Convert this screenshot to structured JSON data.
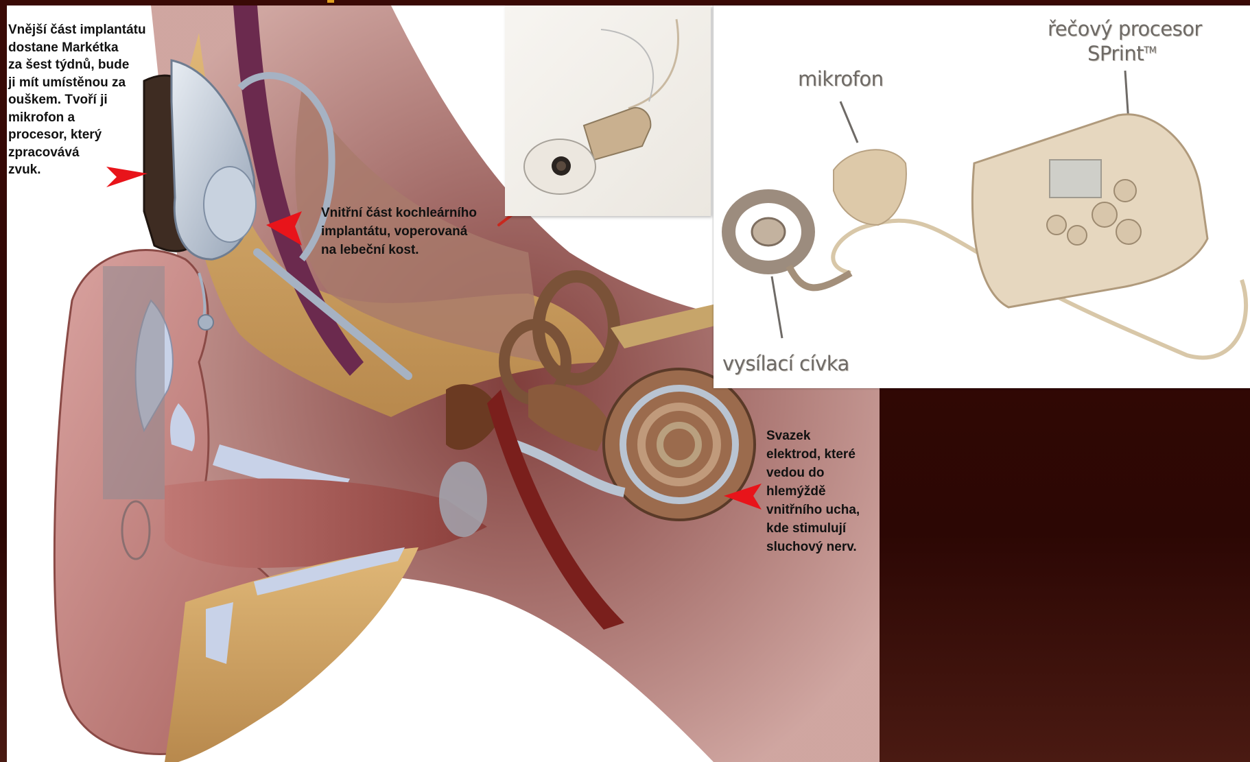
{
  "labels": {
    "external_part": [
      "Vnější část implantátu",
      "dostane Markétka",
      "za šest týdnů, bude",
      "ji mít umístěnou za",
      "ouškem. Tvoří ji",
      "mikrofon a",
      "procesor, který",
      "zpracovává",
      "zvuk."
    ],
    "internal_part": [
      "Vnitřní část kochleárního",
      "implantátu, voperovaná",
      "na lebeční kost."
    ],
    "electrodes": [
      "Svazek",
      "elektrod, které",
      "vedou do",
      "hlemýždě",
      "vnitřního ucha,",
      "kde stimulují",
      "sluchový nerv."
    ]
  },
  "processor_panel": {
    "processor_label_line1": "řečový procesor",
    "processor_label_line2": "SPrint",
    "trademark": "TM",
    "microphone_label": "mikrofon",
    "coil_label": "vysílací cívka"
  },
  "colors": {
    "background": "#3a0a06",
    "arrow_red": "#e8141a",
    "skin": "#c98a86",
    "bone": "#c8a063",
    "implant_silver": "#b9c4d2"
  }
}
